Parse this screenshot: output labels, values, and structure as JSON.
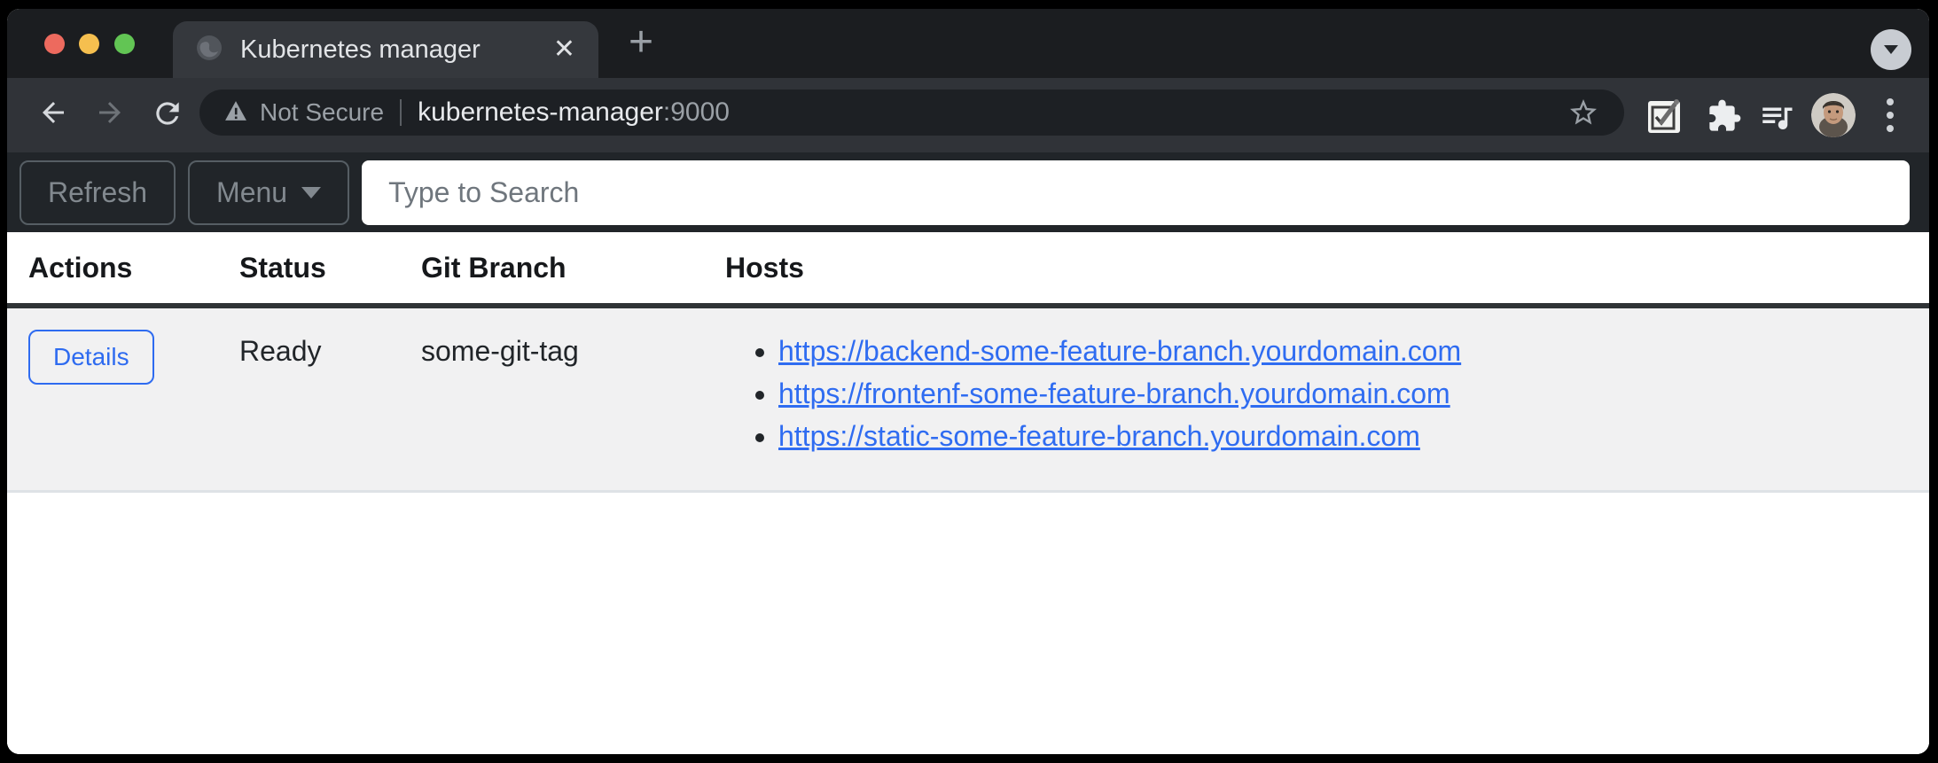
{
  "browser": {
    "tab": {
      "title": "Kubernetes manager",
      "close_glyph": "✕",
      "newtab_glyph": "+"
    },
    "address": {
      "security_label": "Not Secure",
      "url_host": "kubernetes-manager",
      "url_port": ":9000"
    }
  },
  "page": {
    "toolbar": {
      "refresh_label": "Refresh",
      "menu_label": "Menu",
      "search_placeholder": "Type to Search",
      "search_value": ""
    },
    "table": {
      "headers": [
        "Actions",
        "Status",
        "Git Branch",
        "Hosts"
      ],
      "rows": [
        {
          "action_label": "Details",
          "status": "Ready",
          "git_branch": "some-git-tag",
          "hosts": [
            "https://backend-some-feature-branch.yourdomain.com",
            "https://frontenf-some-feature-branch.yourdomain.com",
            "https://static-some-feature-branch.yourdomain.com"
          ]
        }
      ]
    }
  },
  "colors": {
    "link_blue": "#2f6cf1",
    "button_blue": "#2e6bf0",
    "page_navbar": "#212529",
    "row_gray": "#f1f1f2",
    "chrome_frame": "#1b1d20",
    "chrome_toolbar": "#303338",
    "traffic_red": "#ed6a5e",
    "traffic_yellow": "#f5bf4f",
    "traffic_green": "#62c554"
  }
}
